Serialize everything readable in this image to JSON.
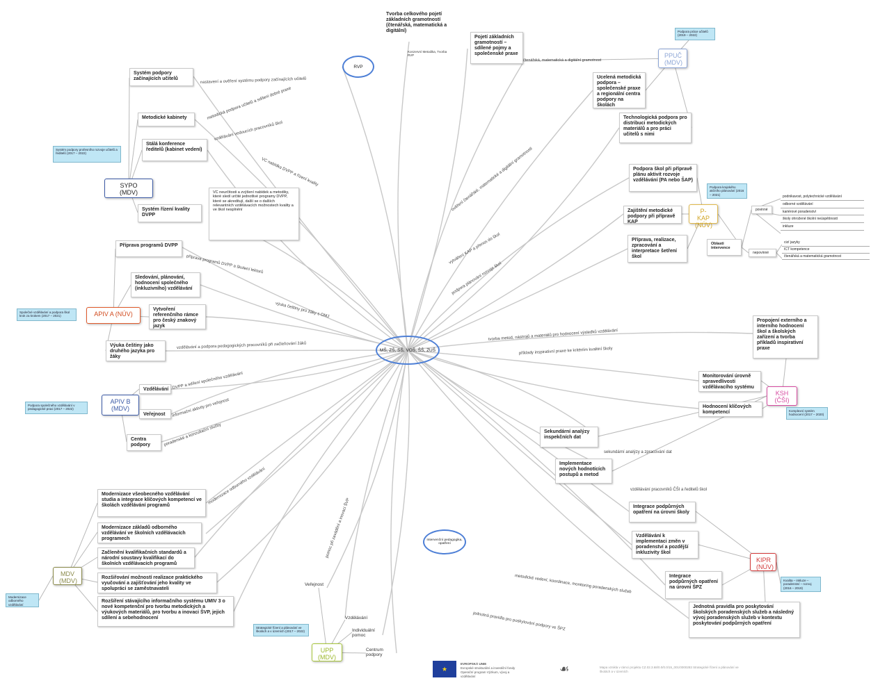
{
  "center": {
    "label": "MŠ, ZŠ, SŠ, VOŠ, ŠŠ, ZUŠ"
  },
  "rvp_ellipse": {
    "label": "RVP"
  },
  "intervention_ellipse": {
    "label": "Intervenční pedagogika, opatření"
  },
  "top_nodes": {
    "tvorba": "Tvorba celkového pojetí základních gramotností (čtenářská, matematická a digitální)",
    "pojeti": "Pojetí základních gramotností – sdílené pojmy a společenské praxe",
    "small_note": "Konzervní Metodika, Tvorba RVP"
  },
  "sypo": {
    "hub": "SYPO (MDV)",
    "tag": "Systém podpory profesního rozvoje učitelů a ředitelů (2017 – 2022)",
    "nodes": [
      "Systém podpory začínajících učitelů",
      "Metodické kabinety",
      "Stálá konference ředitelů (kabinet vedení)",
      "Systém řízení kvality DVPP"
    ],
    "note": "VC neurčitosti a zvýšení nabídek a metodiky, které sledí určité jednotlivé programy DVPP, které se akreditují, další se o dalších relevantních vzdělávacích možnostech kvality a ve škol nesplnění"
  },
  "apiv_a": {
    "hub": "APIV A (NÚV)",
    "tag": "Společné vzdělávání a podpora škol krok za krokem (2017 – 2021)",
    "nodes": [
      "Příprava programů DVPP",
      "Sledování, plánování, hodnocení společného (inkluzivního) vzdělávání",
      "Vytvoření referenčního rámce pro český znakový jazyk",
      "Výuka češtiny jako druhého jazyka pro žáky"
    ]
  },
  "apiv_b": {
    "hub": "APIV B (MDV)",
    "tag": "Podpora společného vzdělávání v pedagogické praxi (2017 – 2022)",
    "nodes": [
      "Vzdělávání",
      "Veřejnost",
      "Centra podpory"
    ]
  },
  "mdv": {
    "hub": "MDV (MDV)",
    "tag": "Modernizace odborného vzdělávání",
    "nodes": [
      "Modernizace všeobecného vzdělávání studia a integrace klíčových kompetencí ve školách vzdělávání programů",
      "Modernizace základů odborného vzdělávání ve školních vzdělávacích programech",
      "Začlenění kvalifikačních standardů a národní soustavy kvalifikací do školních vzdělávacích programů",
      "Rozšiřování možností realizace praktického vyučování a zajišťování jeho kvality ve spolupráci se zaměstnavateli",
      "Rozšíření stávajícího informačního systému UMIV 3 o nové kompetenční pro tvorbu metodických a výukových materiálů, pro tvorbu a inovaci ŠVP, jejich sdílení a sebehodnocení"
    ]
  },
  "upp": {
    "hub": "UPP (MDV)",
    "tag": "Strategické řízení a plánování ve školách a v územích (2017 – 2022)",
    "nodes": [
      "Veřejnost",
      "Vzdělávání",
      "Individuální pomoc",
      "Centrum podpory"
    ]
  },
  "ppuc": {
    "hub": "PPUČ (MDV)",
    "tag": "Podpora práce učitelů (2019 – 2022)",
    "nodes": [
      "Ucelená metodická podpora – společenské praxe a regionální centra podpory na školách",
      "Technologická podpora pro distribuci metodických materiálů a pro práci učitelů s nimi"
    ],
    "edge": "čtenářská, matematická a digitální gramotnost"
  },
  "srp": {
    "hub": "P-KAP (NÚV)",
    "tag": "Podpora krajského akčního plánování (2016 – 2021)",
    "nodes": [
      "Podpora škol při přípravě plánu aktivit rozvoje vzdělávání (PA nebo ŠAP)",
      "Zajištění metodické podpory při přípravě KAP",
      "Příprava, realizace, zpracování a interpretace šetření škol"
    ],
    "oblasti_label": "Oblasti intervence",
    "povinne_label": "povinné",
    "nepovinne_label": "nepovinné",
    "povinne_items": [
      "podnikavost, polytechnické vzdělávání",
      "odborné vzdělávání",
      "kariérové poradenství",
      "školy ohrožené školní neúspěšností",
      "inkluze"
    ],
    "nepovinne_items": [
      "cizí jazyky",
      "ICT kompetence",
      "čtenářská a matematická gramotnost"
    ]
  },
  "csi": {
    "hub": "KSH (ČŠI)",
    "tag": "Komplexní systém hodnocení (2017 – 2020)",
    "nodes": [
      "Propojení externího a interního hodnocení škol a školských zařízení a tvorba příkladů inspirativní praxe",
      "Monitorování úrovně spravedlivosti vzdělávacího systému",
      "Hodnocení klíčových kompetencí",
      "Sekundární analýzy inspekčních dat",
      "Implementace nových hodnotících postupů a metod"
    ]
  },
  "kipr": {
    "hub": "KIPR (NÚV)",
    "tag": "Kvalita – inkluze – poradenství – rozvoj (2016 – 2019)",
    "nodes": [
      "Integrace podpůrných opatření na úrovni školy",
      "Vzdělávání k implementaci změn v poradenství a pozdější inkluzivity škol",
      "Integrace podpůrných opatření na úrovni ŠPZ",
      "Jednotná pravidla pro poskytování školských poradenských služeb a následný vývoj poradenských služeb v kontextu poskytování podpůrných opatření"
    ]
  },
  "edge_labels": [
    "nastavení a ověření systému podpory začínajících učitelů",
    "metodická podpora učitelů a sdílení dobré praxe",
    "vzdělávání vedoucích pracovníků škol",
    "VC nabídka DVPP a řízení kvality",
    "příprava programů DVPP a školení lektorů",
    "výuka češtiny pro žáky s OMJ",
    "vzdělávání a podpora pedagogických pracovníků při začleňování žáků",
    "DVPP a sdílení společného vzdělávání",
    "informační aktivity pro veřejnost",
    "poradenské a konzultační služby",
    "modernizace odborného vzdělávání",
    "pomoc při zavádění a inovaci ŠVP",
    "podpora plánování rozvoje škol",
    "tvorba metod, nástrojů a materiálů pro hodnocení výsledků vzdělávání",
    "příklady inspirativní praxe ke kritériím kvalitní školy",
    "vytváření KAP a přenos do škol",
    "sekundární analýzy a zpracování dat",
    "vzdělávání pracovníků ČŠI a ředitelů škol",
    "metodické vedení, koordinace, monitoring poradenských služeb",
    "jednotná pravidla pro poskytování podpory ve ŠPZ",
    "ověření čtenářské, matematické a digitální gramotnosti"
  ],
  "footer": {
    "eu_label": "EVROPSKÁ UNIE",
    "eu_sub": "Evropské strukturální a investiční fondy Operační program Výzkum, vývoj a vzdělávání",
    "note": "Mapa vznikla v rámci projektu CZ.02.3.68/0.0/0.0/15_001/0000283 Strategické řízení a plánování ve školách a v územích"
  }
}
